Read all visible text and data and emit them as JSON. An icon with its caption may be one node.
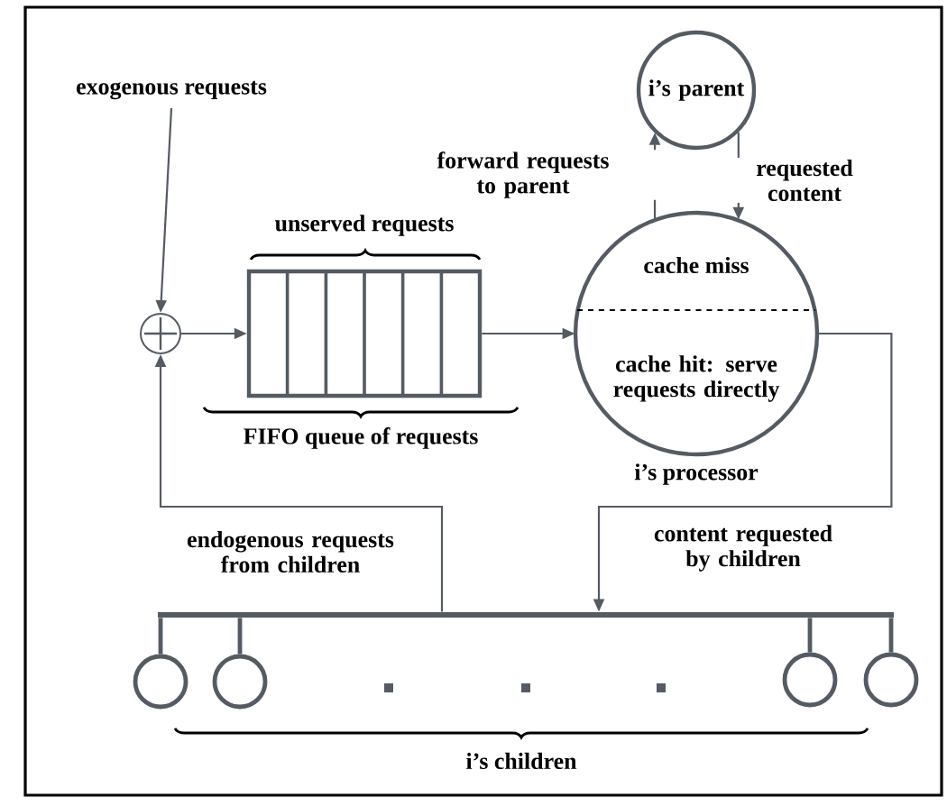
{
  "diagram": {
    "nodes": [
      {
        "text": [
          "exogenous requests"
        ]
      },
      {
        "text": [],
        "shape": "circle"
      },
      {
        "text": [],
        "shape": "box",
        "beside": [
          "unserved requests",
          "FIFO queue of requests"
        ]
      },
      {
        "text": [
          "i’s parent"
        ]
      },
      {
        "text": [
          "cache miss",
          "cache hit: serve requests directly"
        ],
        "beside": [
          "i’s processor"
        ]
      },
      {
        "text": [],
        "shape": "bar"
      },
      {
        "text": [],
        "shape": "circle"
      },
      {
        "text": [],
        "shape": "circle"
      },
      {
        "text": [],
        "shape": "circle"
      },
      {
        "text": [],
        "shape": "circle"
      }
    ],
    "edges": [
      {
        "from": 0,
        "to": 1,
        "arrow": "to"
      },
      {
        "from": 1,
        "to": 2,
        "arrow": "to"
      },
      {
        "from": 2,
        "to": 4,
        "arrow": "to"
      },
      {
        "from": 4,
        "to": 3,
        "arrow": "to",
        "label": "forward requests to parent"
      },
      {
        "from": 3,
        "to": 4,
        "arrow": "to",
        "label": "requested content"
      },
      {
        "from": 4,
        "to": 5,
        "arrow": "to",
        "label": "content requested by children"
      },
      {
        "from": 5,
        "to": 1,
        "arrow": "to",
        "label": "endogenous requests from children"
      },
      {
        "from": 5,
        "to": 6,
        "arrow": "none"
      },
      {
        "from": 5,
        "to": 7,
        "arrow": "none"
      },
      {
        "from": 5,
        "to": 8,
        "arrow": "none"
      },
      {
        "from": 5,
        "to": 9,
        "arrow": "none"
      }
    ],
    "labels": [
      "i’s children"
    ]
  }
}
